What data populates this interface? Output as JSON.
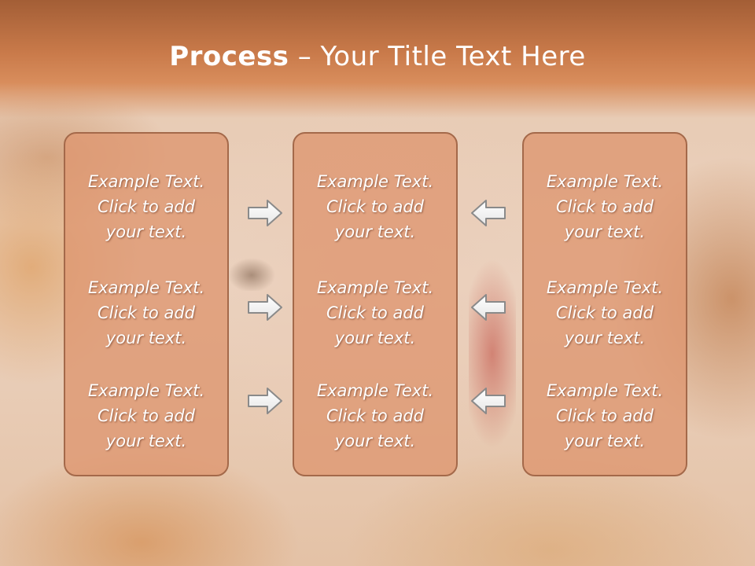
{
  "slide": {
    "title_bold": "Process",
    "title_rest": " – Your Title Text Here"
  },
  "boxes": [
    {
      "items": [
        {
          "line1": "Example Text.",
          "line2": "Click  to add",
          "line3": "your text."
        },
        {
          "line1": "Example Text.",
          "line2": "Click  to add",
          "line3": "your text."
        },
        {
          "line1": "Example Text.",
          "line2": "Click  to add",
          "line3": "your text."
        }
      ]
    },
    {
      "items": [
        {
          "line1": "Example Text.",
          "line2": "Click  to add",
          "line3": "your text."
        },
        {
          "line1": "Example Text.",
          "line2": "Click  to add",
          "line3": "your text."
        },
        {
          "line1": "Example Text.",
          "line2": "Click  to add",
          "line3": "your text."
        }
      ]
    },
    {
      "items": [
        {
          "line1": "Example Text.",
          "line2": "Click  to add",
          "line3": "your text."
        },
        {
          "line1": "Example Text.",
          "line2": "Click  to add",
          "line3": "your text."
        },
        {
          "line1": "Example Text.",
          "line2": "Click  to add",
          "line3": "your text."
        }
      ]
    }
  ],
  "arrows": {
    "left_column": [
      "right-arrow-icon",
      "right-arrow-icon",
      "right-arrow-icon"
    ],
    "right_column": [
      "left-arrow-icon",
      "left-arrow-icon",
      "left-arrow-icon"
    ]
  },
  "colors": {
    "title_bar": "#c97a4a",
    "box_fill": "#de9670",
    "box_border": "#a4694a",
    "text": "#ffffff"
  }
}
